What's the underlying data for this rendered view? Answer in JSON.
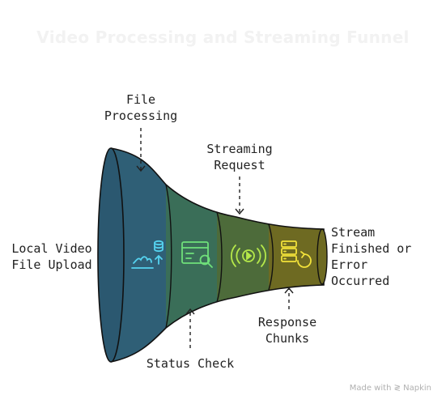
{
  "title": "Video Processing and Streaming Funnel",
  "labels": {
    "local_video": [
      "Local Video",
      "File Upload"
    ],
    "file_processing": [
      "File",
      "Processing"
    ],
    "streaming_request": [
      "Streaming",
      "Request"
    ],
    "stream_finished": [
      "Stream",
      "Finished or",
      "Error",
      "Occurred"
    ],
    "status_check": [
      "Status Check"
    ],
    "response_chunks": [
      "Response",
      "Chunks"
    ]
  },
  "stages": [
    {
      "name": "Local Video File Upload",
      "color": "#2e5d74",
      "icon": "upload-database-icon"
    },
    {
      "name": "File Processing",
      "color": "#2f6776",
      "icon": "file-search-icon"
    },
    {
      "name": "Status Check",
      "color": "#3a6e55",
      "icon": "file-search-icon"
    },
    {
      "name": "Streaming Request",
      "color": "#4a6a3a",
      "icon": "stream-play-icon"
    },
    {
      "name": "Response Chunks",
      "color": "#6b6a24",
      "icon": "server-refresh-icon"
    }
  ],
  "watermark": "Made with ≷ Napkin"
}
